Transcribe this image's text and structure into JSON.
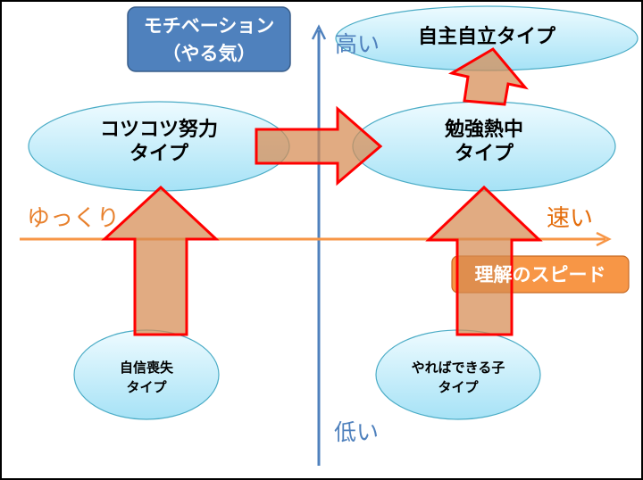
{
  "diagram": {
    "vertical_axis": {
      "title_line1": "モチベーション",
      "title_line2": "（やる気）",
      "high_label": "高い",
      "low_label": "低い"
    },
    "horizontal_axis": {
      "title": "理解のスピード",
      "slow_label": "ゆっくり",
      "fast_label": "速い"
    },
    "types": {
      "self_directed": {
        "line1": "自主自立タイプ"
      },
      "steady_effort": {
        "line1": "コツコツ努力",
        "line2": "タイプ"
      },
      "study_absorbed": {
        "line1": "勉強熱中",
        "line2": "タイプ"
      },
      "lost_confidence": {
        "line1": "自信喪失",
        "line2": "タイプ"
      },
      "can_do_if_tries": {
        "line1": "やればできる子",
        "line2": "タイプ"
      }
    },
    "colors": {
      "axis_blue": "#4f81bd",
      "axis_orange": "#f79646",
      "label_orange": "#e46c0a",
      "title_box_blue": "#4f81bd",
      "arrow_fill": "#d99a6c",
      "arrow_stroke": "#ff0000",
      "oval_fill_top": "#e9f9ff",
      "oval_fill_bottom": "#a9e4f7",
      "oval_stroke": "#4bacc6"
    }
  }
}
